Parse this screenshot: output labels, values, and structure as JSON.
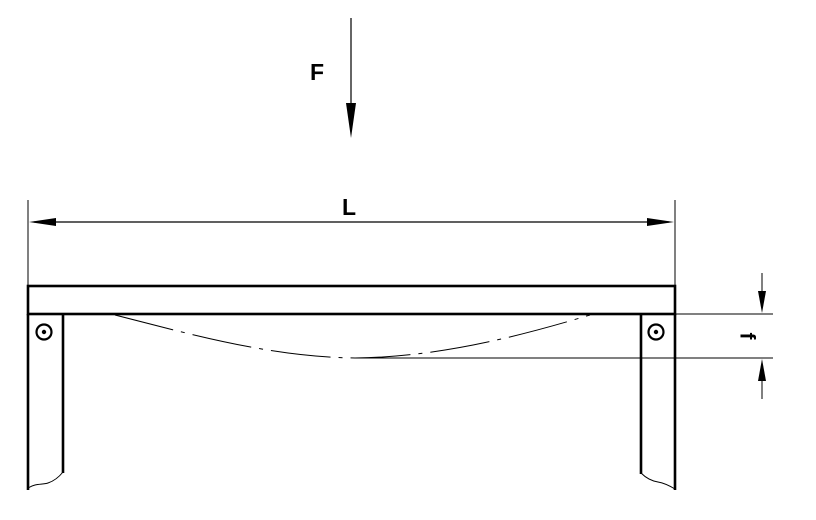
{
  "labels": {
    "force": "F",
    "length": "L",
    "deflection": "f"
  },
  "colors": {
    "stroke": "#000000",
    "background": "#ffffff"
  },
  "icons": {
    "support_pin": "pin-joint-icon",
    "force_arrow": "arrow-down-icon"
  }
}
